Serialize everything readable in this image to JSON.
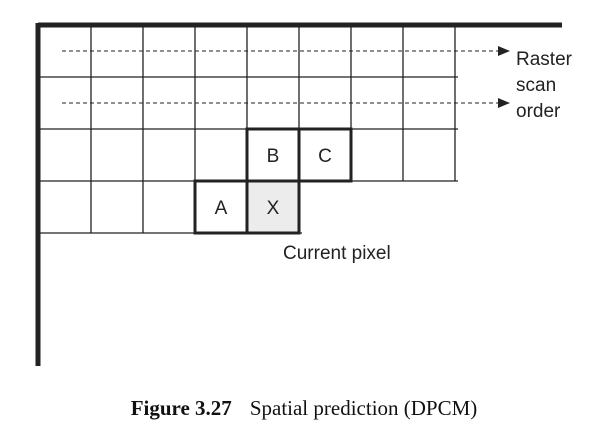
{
  "diagram": {
    "cells": {
      "b": "B",
      "c": "C",
      "a": "A",
      "x": "X"
    },
    "scan_label": [
      "Raster",
      "scan",
      "order"
    ],
    "current_pixel_label": "Current pixel",
    "colors": {
      "line": "#222222",
      "current_fill": "#ececec"
    }
  },
  "caption": {
    "number": "Figure 3.27",
    "text": "Spatial prediction (DPCM)"
  }
}
